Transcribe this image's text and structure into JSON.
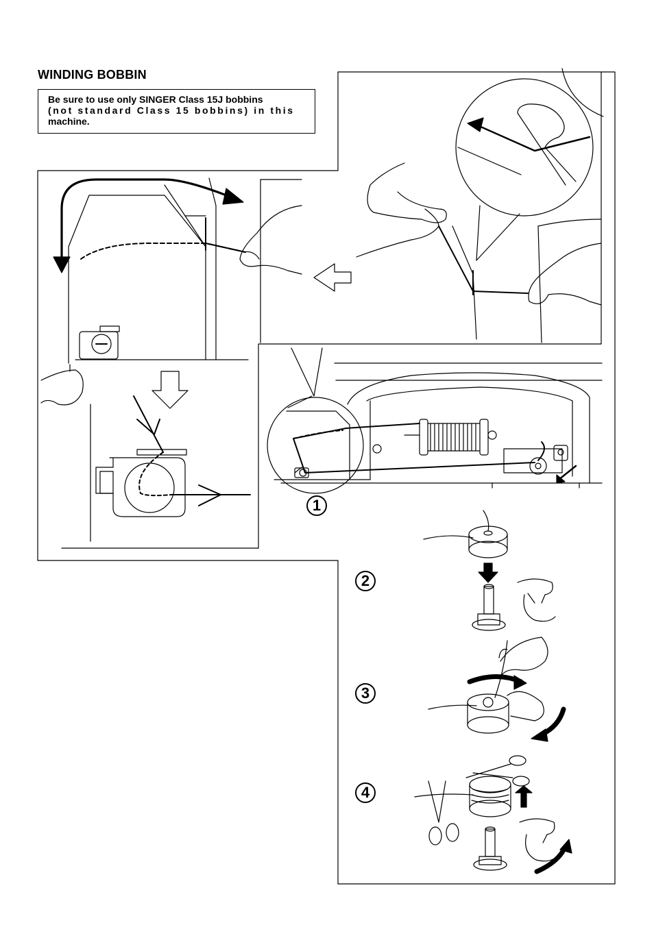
{
  "section": {
    "heading": "WINDING BOBBIN",
    "notice": {
      "line1": "Be sure to use only SINGER Class 15J bobbins",
      "line2": "(not standard Class 15 bobbins) in this",
      "line3": "machine."
    }
  },
  "steps": [
    "1",
    "2",
    "3",
    "4"
  ],
  "figure": {
    "type": "line-art illustration",
    "icons": [
      "hand-icon",
      "thread-guide-icon",
      "bobbin-winder-icon",
      "bobbin-icon",
      "spool-pin-icon",
      "scissors-icon",
      "arrow-icon"
    ]
  }
}
